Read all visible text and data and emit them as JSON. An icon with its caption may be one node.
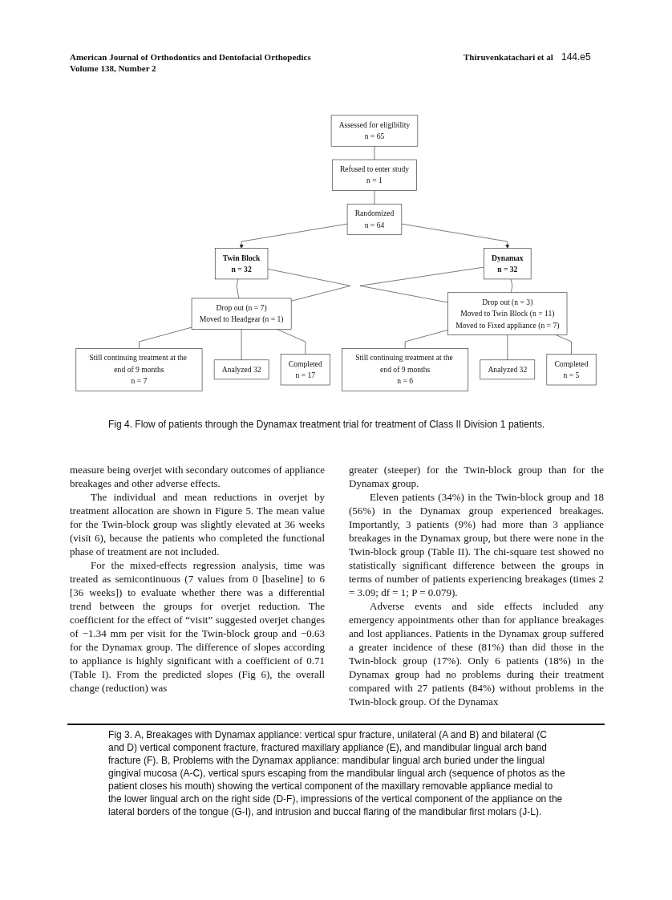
{
  "diagram": {
    "caption": "Fig 4. Flow of patients through the Dynamax treatment trial for treatment of Class II Division 1 patients.",
    "nodes": [
      {
        "text": [
          "Assessed for eligibility",
          "n = 65"
        ]
      },
      {
        "text": [
          "Refused to enter study",
          "n = 1"
        ]
      },
      {
        "text": [
          "Randomized",
          "n = 64"
        ]
      },
      {
        "text": [
          "Twin Block",
          "n = 32"
        ]
      },
      {
        "text": [
          "Dynamax",
          "n = 32"
        ]
      },
      {
        "text": [
          "Drop out (n = 7)",
          "Moved to Headgear (n = 1)"
        ]
      },
      {
        "text": [
          "Drop out (n = 3)",
          "Moved to Twin Block (n = 11)",
          "Moved to Fixed appliance (n = 7)"
        ]
      },
      {
        "text": [
          "Still continuing treatment at the end of 9 months",
          "n = 7"
        ]
      },
      {
        "text": [
          "Completed",
          "n = 17"
        ]
      },
      {
        "text": [
          "Analyzed 32"
        ]
      },
      {
        "text": [
          "Still continuing treatment at the end of 9 months",
          "n = 6"
        ]
      },
      {
        "text": [
          "Completed",
          "n = 5"
        ]
      },
      {
        "text": [
          "Analyzed 32"
        ]
      }
    ],
    "edges": [
      {
        "from": 0,
        "to": 1,
        "arrow": "none"
      },
      {
        "from": 1,
        "to": 2,
        "arrow": "none"
      },
      {
        "from": 2,
        "to": 3,
        "arrow": "to"
      },
      {
        "from": 2,
        "to": 4,
        "arrow": "to"
      },
      {
        "from": 3,
        "to": 5,
        "arrow": "none"
      },
      {
        "from": 3,
        "to": 5,
        "arrow": "none"
      },
      {
        "from": 4,
        "to": 6,
        "arrow": "none"
      },
      {
        "from": 4,
        "to": 6,
        "arrow": "none"
      },
      {
        "from": 5,
        "to": 7,
        "arrow": "none"
      },
      {
        "from": 5,
        "to": 9,
        "arrow": "none"
      },
      {
        "from": 5,
        "to": 8,
        "arrow": "none"
      },
      {
        "from": 6,
        "to": 10,
        "arrow": "none"
      },
      {
        "from": 6,
        "to": 12,
        "arrow": "none"
      },
      {
        "from": 6,
        "to": 11,
        "arrow": "none"
      }
    ],
    "labels": [
      "American Journal of Orthodontics and Dentofacial Orthopedics",
      "Volume 138, Number 2",
      "Thiruvenkatachari et al",
      "144.e5",
      "measure being overjet with secondary outcomes of appliance breakages and other adverse effects.",
      "The individual and mean reductions in overjet by treatment allocation are shown in Figure 5. The mean value for the Twin-block group was slightly elevated at 36 weeks (visit 6), because the patients who completed the functional phase of treatment are not included.",
      "For the mixed-effects regression analysis, time was treated as semicontinuous (7 values from 0 [baseline] to 6 [36 weeks]) to evaluate whether there was a differential trend between the groups for overjet reduction. The coefficient for the effect of “visit” suggested overjet changes of −1.34 mm per visit for the Twin-block group and −0.63 for the Dynamax group. The difference of slopes according to appliance is highly significant with a coefficient of 0.71 (Table I). From the predicted slopes (Fig 6), the overall change (reduction) was",
      "greater (steeper) for the Twin-block group than for the Dynamax group.",
      "Eleven patients (34%) in the Twin-block group and 18 (56%) in the Dynamax group experienced breakages. Importantly, 3 patients (9%) had more than 3 appliance breakages in the Dynamax group, but there were none in the Twin-block group (Table II). The chi-square test showed no statistically significant difference between the groups in terms of number of patients experiencing breakages (times 2 = 3.09; df = 1; P = 0.079).",
      "Adverse events and side effects included any emergency appointments other than for appliance breakages and lost appliances. Patients in the Dynamax group suffered a greater incidence of these (81%) than did those in the Twin-block group (17%). Only 6 patients (18%) in the Dynamax group had no problems during their treatment compared with 27 patients (84%) without problems in the Twin-block group. Of the Dynamax",
      "Fig 3. A, Breakages with Dynamax appliance: vertical spur fracture, unilateral (A and B) and bilateral (C and D) vertical component fracture, fractured maxillary appliance (E), and mandibular lingual arch band fracture (F). B, Problems with the Dynamax appliance: mandibular lingual arch buried under the lingual gingival mucosa (A-C), vertical spurs escaping from the mandibular lingual arch (sequence of photos as the patient closes his mouth) showing the vertical component of the maxillary removable appliance medial to the lower lingual arch on the right side (D-F), impressions of the vertical component of the appliance on the lateral borders of the tongue (G-I), and intrusion and buccal flaring of the mandibular first molars (J-L)."
    ]
  }
}
